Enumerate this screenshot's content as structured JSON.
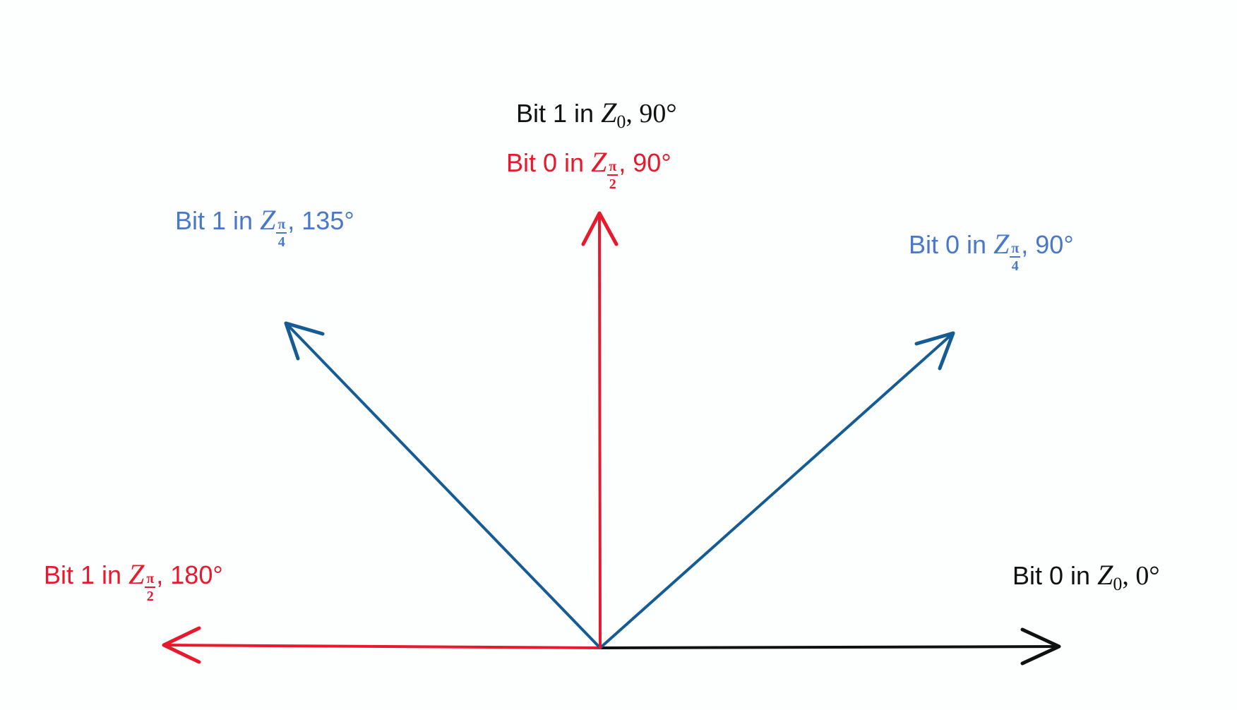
{
  "colors": {
    "background": "#fdfefe",
    "red": "#e8192c",
    "blue_arrow": "#155b94",
    "blue_text": "#4a78c8",
    "black": "#111111"
  },
  "labels": {
    "z0_90": {
      "prefix": "Bit 1 in ",
      "var": "Z",
      "sub": "0",
      "suffix": ", 90°"
    },
    "zpi2_90": {
      "prefix": "Bit 0 in ",
      "var": "Z",
      "num": "π",
      "den": "2",
      "suffix": ", 90°"
    },
    "zpi4_135": {
      "prefix": "Bit 1 in ",
      "var": "Z",
      "num": "π",
      "den": "4",
      "suffix": ", 135°"
    },
    "zpi4_90": {
      "prefix": "Bit 0 in ",
      "var": "Z",
      "num": "π",
      "den": "4",
      "suffix": ", 90°"
    },
    "zpi2_180": {
      "prefix": "Bit 1 in ",
      "var": "Z",
      "num": "π",
      "den": "2",
      "suffix": ", 180°"
    },
    "z0_0": {
      "prefix": "Bit 0 in ",
      "var": "Z",
      "sub": "0",
      "suffix": ", 0°"
    }
  },
  "arrows": [
    {
      "name": "arrow-0deg",
      "angle_deg": 0,
      "color": "black"
    },
    {
      "name": "arrow-45deg",
      "angle_deg": 45,
      "color": "blue_arrow"
    },
    {
      "name": "arrow-90deg",
      "angle_deg": 90,
      "color": "red"
    },
    {
      "name": "arrow-135deg",
      "angle_deg": 135,
      "color": "blue_arrow"
    },
    {
      "name": "arrow-180deg",
      "angle_deg": 180,
      "color": "red"
    }
  ]
}
